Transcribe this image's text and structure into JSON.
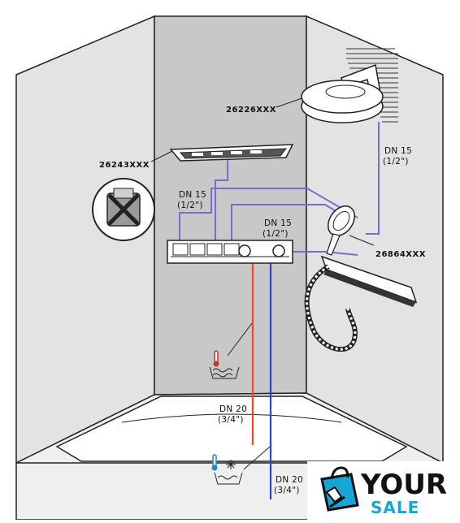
{
  "product_codes": {
    "overhead_shower": "26226XXX",
    "bath_spout": "26243XXX",
    "hand_shower_set": "26864XXX"
  },
  "pipe_sizes": {
    "overhead_dn": "DN 15",
    "overhead_inch": "(1/2\")",
    "spout_dn": "DN 15",
    "spout_inch": "(1/2\")",
    "handshower_dn": "DN 15",
    "handshower_inch": "(1/2\")",
    "hot_supply_dn": "DN 20",
    "hot_supply_inch": "(3/4\")",
    "cold_supply_dn": "DN 20",
    "cold_supply_inch": "(3/4\")"
  },
  "logo": {
    "word1": "YOUR",
    "word2": "SALE"
  },
  "colors": {
    "back_wall": "#c9c9c9",
    "side_walls": "#e2e2e2",
    "hot_pipe": "#f2471f",
    "cold_pipe": "#2b46c8",
    "pipe_purple": "#7b6cc9",
    "logo_blue": "#18a5d6"
  }
}
